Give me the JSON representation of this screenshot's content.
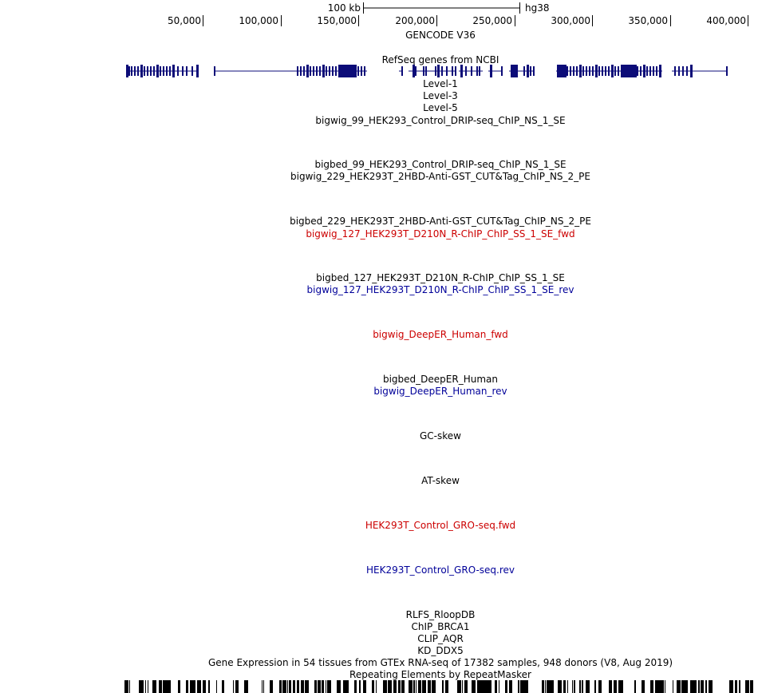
{
  "scale": {
    "label": "100 kb",
    "assembly": "hg38"
  },
  "ruler": {
    "ticks": [
      "50,000",
      "100,000",
      "150,000",
      "200,000",
      "250,000",
      "300,000",
      "350,000",
      "400,000"
    ]
  },
  "tracks": [
    {
      "label": "GENCODE V36",
      "color": "black"
    },
    {
      "label": "RefSeq genes from NCBI",
      "color": "black"
    },
    {
      "label": "Level-1",
      "color": "black"
    },
    {
      "label": "Level-3",
      "color": "black"
    },
    {
      "label": "Level-5",
      "color": "black"
    },
    {
      "label": "bigwig_99_HEK293_Control_DRIP-seq_ChIP_NS_1_SE",
      "color": "black"
    },
    {
      "label": "bigbed_99_HEK293_Control_DRIP-seq_ChIP_NS_1_SE",
      "color": "black"
    },
    {
      "label": "bigwig_229_HEK293T_2HBD-Anti-GST_CUT&Tag_ChIP_NS_2_PE",
      "color": "black"
    },
    {
      "label": "bigbed_229_HEK293T_2HBD-Anti-GST_CUT&Tag_ChIP_NS_2_PE",
      "color": "black"
    },
    {
      "label": "bigwig_127_HEK293T_D210N_R-ChIP_ChIP_SS_1_SE_fwd",
      "color": "red"
    },
    {
      "label": "bigbed_127_HEK293T_D210N_R-ChIP_ChIP_SS_1_SE",
      "color": "black"
    },
    {
      "label": "bigwig_127_HEK293T_D210N_R-ChIP_ChIP_SS_1_SE_rev",
      "color": "blue"
    },
    {
      "label": "bigwig_DeepER_Human_fwd",
      "color": "red"
    },
    {
      "label": "bigbed_DeepER_Human",
      "color": "black"
    },
    {
      "label": "bigwig_DeepER_Human_rev",
      "color": "blue"
    },
    {
      "label": "GC-skew",
      "color": "black"
    },
    {
      "label": "AT-skew",
      "color": "black"
    },
    {
      "label": "HEK293T_Control_GRO-seq.fwd",
      "color": "red"
    },
    {
      "label": "HEK293T_Control_GRO-seq.rev",
      "color": "blue"
    },
    {
      "label": "RLFS_RloopDB",
      "color": "black"
    },
    {
      "label": "ChIP_BRCA1",
      "color": "black"
    },
    {
      "label": "CLIP_AQR",
      "color": "black"
    },
    {
      "label": "KD_DDX5",
      "color": "black"
    },
    {
      "label": "Gene Expression in 54 tissues from GTEx RNA-seq of 17382 samples, 948 donors (V8, Aug 2019)",
      "color": "black"
    },
    {
      "label": "Repeating Elements by RepeatMasker",
      "color": "black"
    }
  ],
  "colors": {
    "gene": "#0c0c78",
    "red": "#cc0000",
    "blue": "#000099"
  }
}
